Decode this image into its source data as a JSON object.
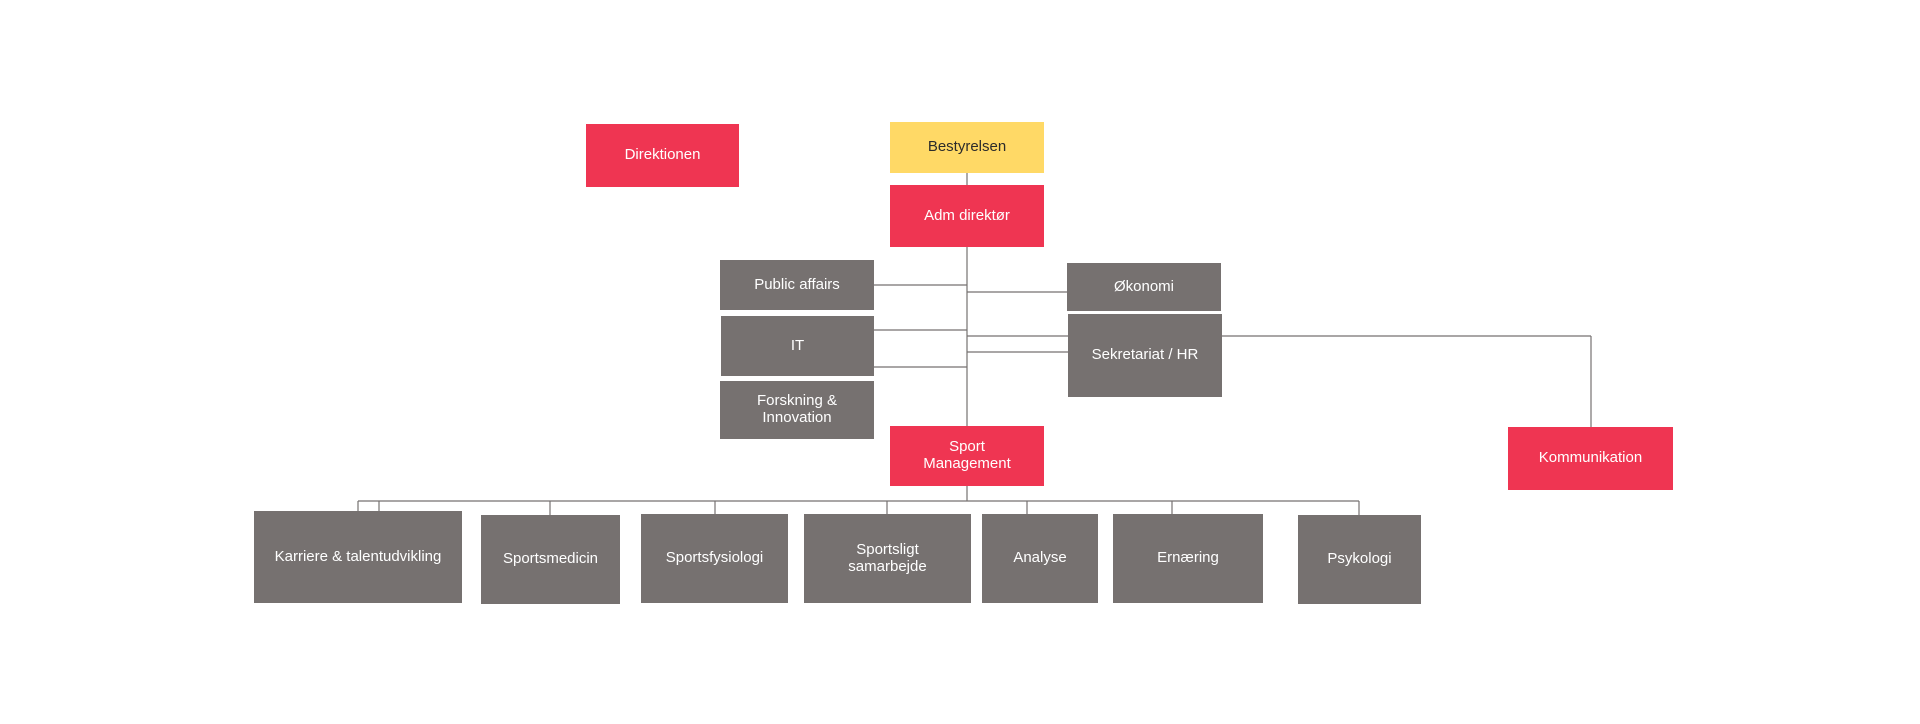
{
  "colors": {
    "leadership": "#ef3552",
    "board": "#ffd966",
    "department": "#767170",
    "connector": "#767170"
  },
  "nodes": {
    "direktionen": "Direktionen",
    "bestyrelsen": "Bestyrelsen",
    "adm_direktor": "Adm direktør",
    "public_affairs": "Public affairs",
    "it": "IT",
    "forskning": "Forskning &\nInnovation",
    "okonomi": "Økonomi",
    "sekretariat": "Sekretariat / HR",
    "sport_management": "Sport\nManagement",
    "kommunikation": "Kommunikation",
    "karriere": "Karriere  & talentudvikling",
    "sportsmedicin": "Sportsmedicin",
    "sportsfysiologi": "Sportsfysiologi",
    "sportsligt": "Sportsligt\nsamarbejde",
    "analyse": "Analyse",
    "ernaering": "Ernæring",
    "psykologi": "Psykologi"
  }
}
